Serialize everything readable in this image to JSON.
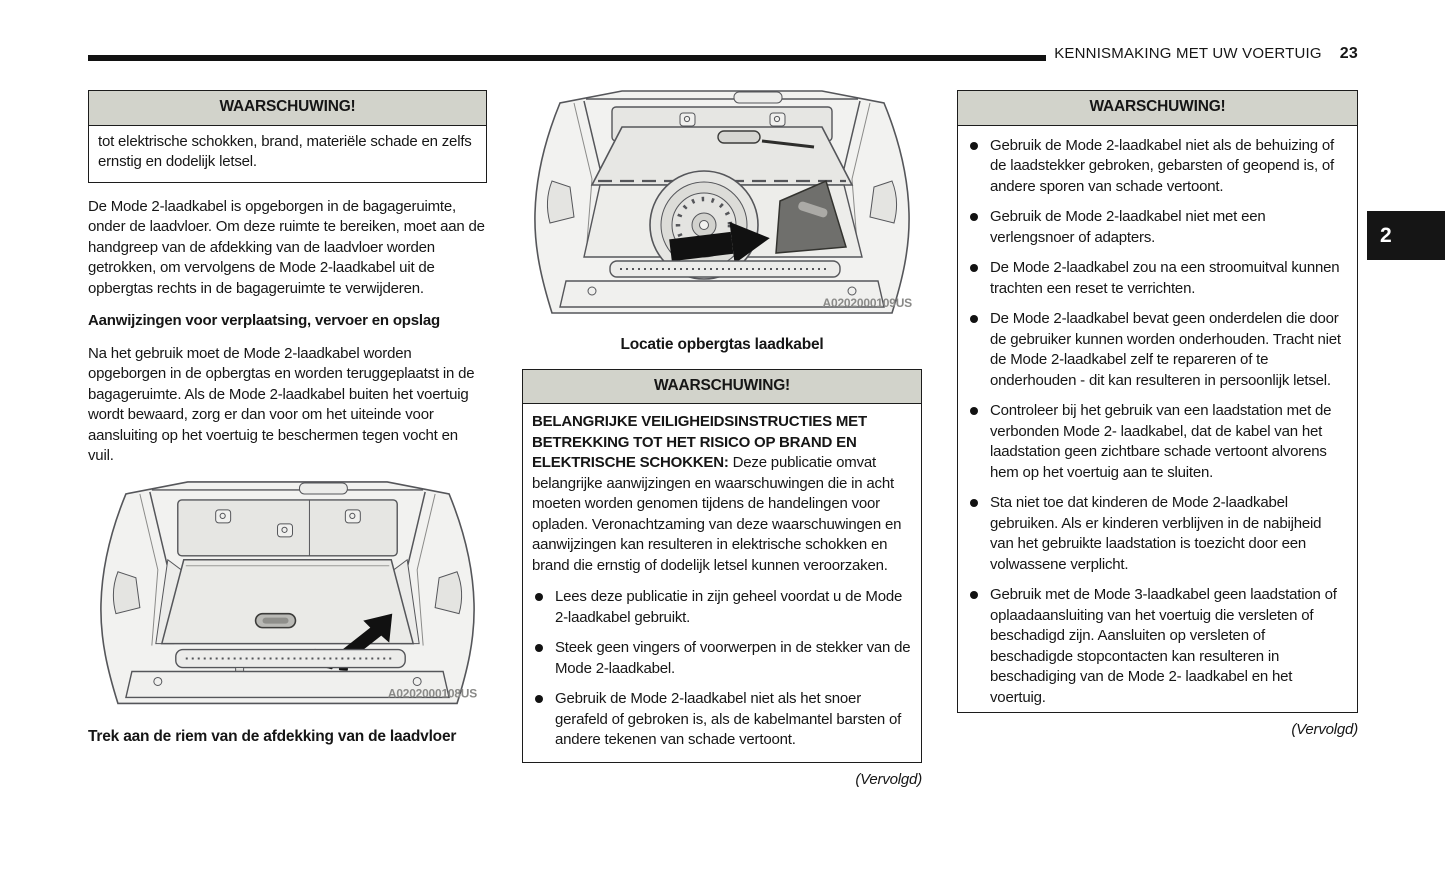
{
  "header": {
    "title": "KENNISMAKING MET UW VOERTUIG",
    "page_number": "23",
    "section_tab": "2"
  },
  "colors": {
    "warning_header_bg": "#d2d3cb",
    "tab_bg": "#151515",
    "text": "#161616"
  },
  "left_column": {
    "warning_box": {
      "title": "WAARSCHUWING!",
      "body": "tot elektrische schokken, brand, materiële schade en zelfs ernstig en dodelijk letsel."
    },
    "paragraph_1": "De Mode 2-laadkabel is opgeborgen in de bagageruimte, onder de laadvloer. Om deze ruimte te bereiken, moet aan de handgreep van de afdekking van de laadvloer worden getrokken, om vervolgens de Mode 2-laadkabel uit de opbergtas rechts in de bagageruimte te verwijderen.",
    "subheading": "Aanwijzingen voor verplaatsing, vervoer en opslag",
    "paragraph_2": "Na het gebruik moet de Mode 2-laadkabel worden opgeborgen in de opbergtas en worden teruggeplaatst in de bagageruimte. Als de Mode 2-laadkabel buiten het voertuig wordt bewaard, zorg er dan voor om het uiteinde voor aansluiting op het voertuig te beschermen tegen vocht en vuil.",
    "figure": {
      "watermark": "A0202000108US",
      "caption": "Trek aan de riem van de afdekking van de laadvloer"
    }
  },
  "middle_column": {
    "figure": {
      "watermark": "A0202000109US",
      "caption": "Locatie opbergtas laadkabel"
    },
    "warning_box": {
      "title": "WAARSCHUWING!",
      "lead_bold": "BELANGRIJKE VEILIGHEIDSINSTRUCTIES MET BETREKKING TOT HET RISICO OP BRAND EN ELEKTRISCHE SCHOKKEN:",
      "lead_rest": " Deze publicatie omvat belangrijke aanwijzingen en waarschuwingen die in acht moeten worden genomen tijdens de handelingen voor opladen. Veronachtzaming van deze waarschuwingen en aanwijzingen kan resulteren in elektrische schokken en brand die ernstig of dodelijk letsel kunnen veroorzaken.",
      "bullets": [
        "Lees deze publicatie in zijn geheel voordat u de Mode 2-laadkabel gebruikt.",
        "Steek geen vingers of voorwerpen in de stekker van de Mode 2-laadkabel.",
        "Gebruik de Mode 2-laadkabel niet als het snoer gerafeld of gebroken is, als de kabelmantel barsten of andere tekenen van schade vertoont."
      ]
    },
    "continued": "(Vervolgd)"
  },
  "right_column": {
    "warning_box": {
      "title": "WAARSCHUWING!",
      "bullets": [
        "Gebruik de Mode 2-laadkabel niet als de behuizing of de laadstekker gebroken, gebarsten of geopend is, of andere sporen van schade vertoont.",
        "Gebruik de Mode 2-laadkabel niet met een verlengsnoer of adapters.",
        "De Mode 2-laadkabel zou na een stroomuitval kunnen trachten een reset te verrichten.",
        "De Mode 2-laadkabel bevat geen onderdelen die door de gebruiker kunnen worden onderhouden. Tracht niet de Mode 2-laadkabel zelf te repareren of te onderhouden - dit kan resulteren in persoonlijk letsel.",
        "Controleer bij het gebruik van een laadstation met de verbonden Mode 2- laadkabel, dat de kabel van het laadstation geen zichtbare schade vertoont alvorens hem op het voertuig aan te sluiten.",
        "Sta niet toe dat kinderen de Mode 2-laadkabel gebruiken. Als er kinderen verblijven in de nabijheid van het gebruikte laadstation is toezicht door een volwassene verplicht.",
        "Gebruik met de Mode 3-laadkabel geen laadstation of oplaadaansluiting van het voertuig die versleten of beschadigd zijn. Aansluiten op versleten of beschadigde stopcontacten kan resulteren in beschadiging van de Mode 2- laadkabel en het voertuig."
      ]
    },
    "continued": "(Vervolgd)"
  }
}
